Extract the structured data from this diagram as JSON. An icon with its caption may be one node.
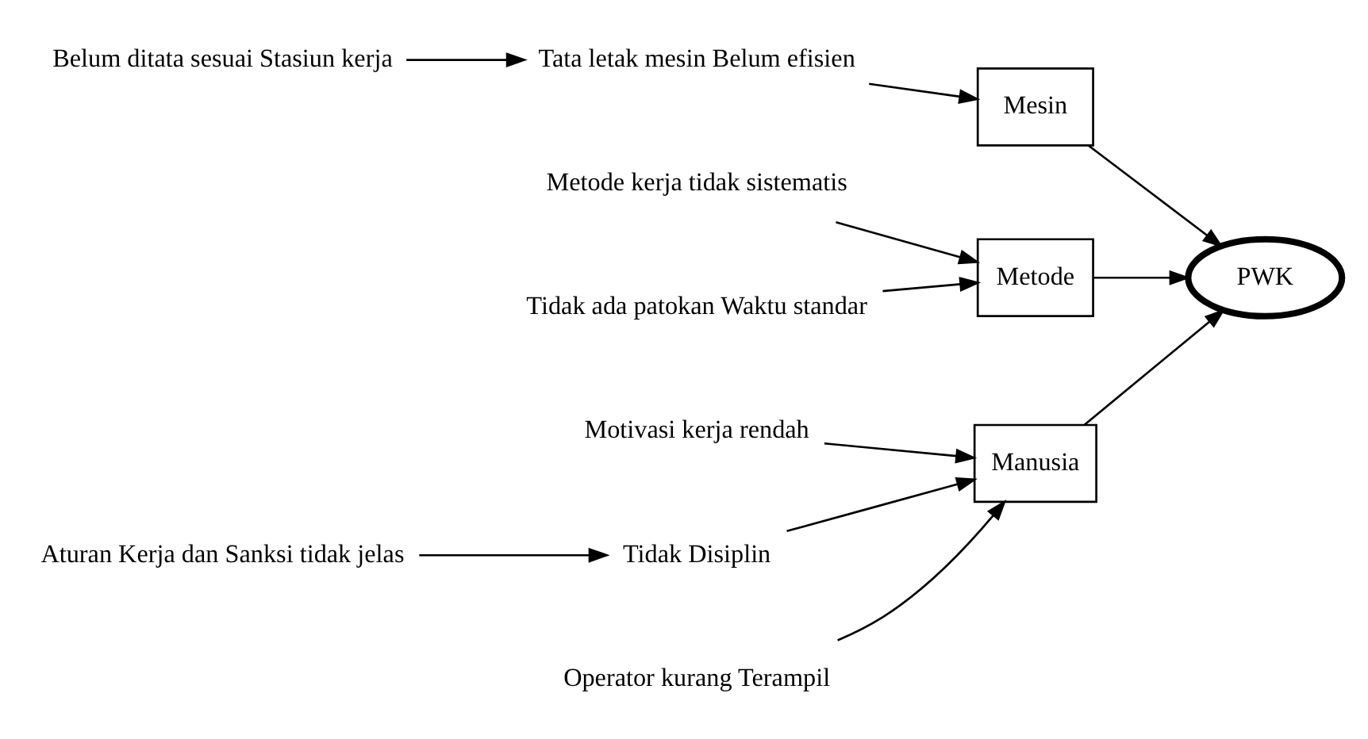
{
  "diagram": {
    "nodes": [
      {
        "text": [
          "Manusia"
        ]
      },
      {
        "text": [
          "Motivasi kerja rendah"
        ]
      },
      {
        "text": [
          "Aturan Kerja dan Sanksi tidak jelas"
        ]
      },
      {
        "text": [
          "Tidak Disiplin"
        ]
      },
      {
        "text": [
          "Operator kurang Terampil"
        ]
      },
      {
        "text": [
          "PWK"
        ]
      },
      {
        "text": [
          "Tata letak mesin Belum efisien"
        ]
      },
      {
        "text": [
          "Belum ditata sesuai Stasiun kerja"
        ]
      },
      {
        "text": [
          "Metode kerja tidak sistematis"
        ]
      },
      {
        "text": [
          "Tidak ada patokan Waktu standar"
        ]
      },
      {
        "text": [
          "Mesin"
        ]
      },
      {
        "text": [
          "Metode"
        ]
      }
    ],
    "edges": [
      {
        "from": 1,
        "to": 0,
        "arrow": "to"
      },
      {
        "from": 2,
        "to": 3,
        "arrow": "to"
      },
      {
        "from": 3,
        "to": 0,
        "arrow": "to"
      },
      {
        "from": 4,
        "to": 0,
        "arrow": "to"
      },
      {
        "from": 0,
        "to": 5,
        "arrow": "to"
      },
      {
        "from": 6,
        "to": 10,
        "arrow": "to"
      },
      {
        "from": 7,
        "to": 6,
        "arrow": "to"
      },
      {
        "from": 10,
        "to": 5,
        "arrow": "to"
      },
      {
        "from": 8,
        "to": 11,
        "arrow": "to"
      },
      {
        "from": 9,
        "to": 11,
        "arrow": "to"
      },
      {
        "from": 11,
        "to": 5,
        "arrow": "to"
      }
    ]
  }
}
